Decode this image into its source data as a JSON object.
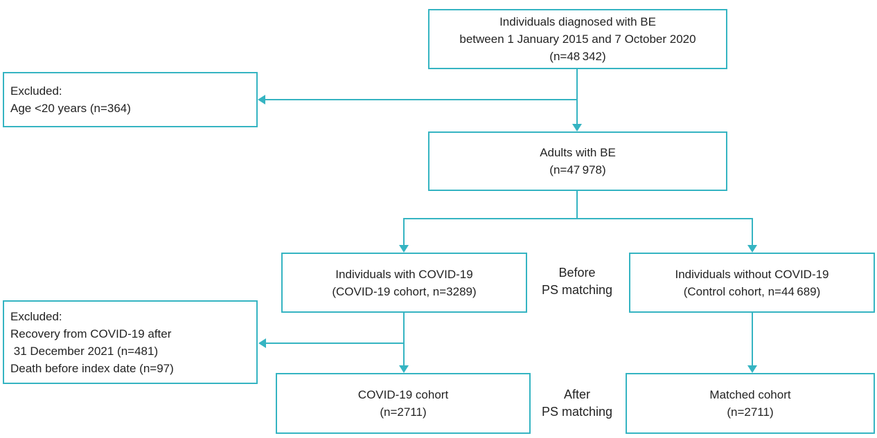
{
  "colors": {
    "accent": "#35b4c2",
    "text": "#232323",
    "background": "#ffffff"
  },
  "boxes": {
    "diagnosed": {
      "lines": [
        "Individuals diagnosed with BE",
        "between 1 January 2015 and 7 October 2020",
        "(n=48 342)"
      ]
    },
    "excluded_age": {
      "lines": [
        "Excluded:",
        "Age <20 years (n=364)"
      ]
    },
    "adults": {
      "lines": [
        "Adults with BE",
        "(n=47 978)"
      ]
    },
    "covid_before": {
      "lines": [
        "Individuals with COVID-19",
        "(COVID-19 cohort, n=3289)"
      ]
    },
    "control_before": {
      "lines": [
        "Individuals without COVID-19",
        "(Control cohort, n=44 689)"
      ]
    },
    "excluded_covid": {
      "lines": [
        "Excluded:",
        "Recovery from COVID-19 after",
        " 31 December 2021 (n=481)",
        "Death before index date (n=97)"
      ]
    },
    "covid_after": {
      "lines": [
        "COVID-19 cohort",
        "(n=2711)"
      ]
    },
    "matched": {
      "lines": [
        "Matched cohort",
        "(n=2711)"
      ]
    }
  },
  "labels": {
    "before": {
      "lines": [
        "Before",
        "PS matching"
      ]
    },
    "after": {
      "lines": [
        "After",
        "PS matching"
      ]
    }
  }
}
